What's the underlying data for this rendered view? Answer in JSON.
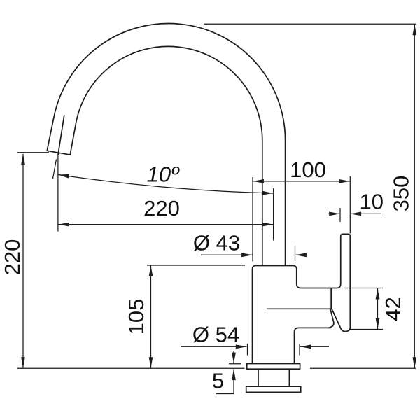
{
  "drawing": {
    "type": "faucet-technical-dimension-diagram",
    "background_color": "#ffffff",
    "line_color": "#1c1c1c",
    "dimensions": {
      "spout_angle": "10º",
      "reach_to_handle": "100",
      "spout_reach": "220",
      "outlet_height": "220",
      "total_height": "350",
      "handle_thickness": "10",
      "riser_diameter": "Ø 43",
      "body_height": "105",
      "handle_length": "42",
      "base_diameter": "Ø 54",
      "base_plate_thickness": "5"
    }
  }
}
